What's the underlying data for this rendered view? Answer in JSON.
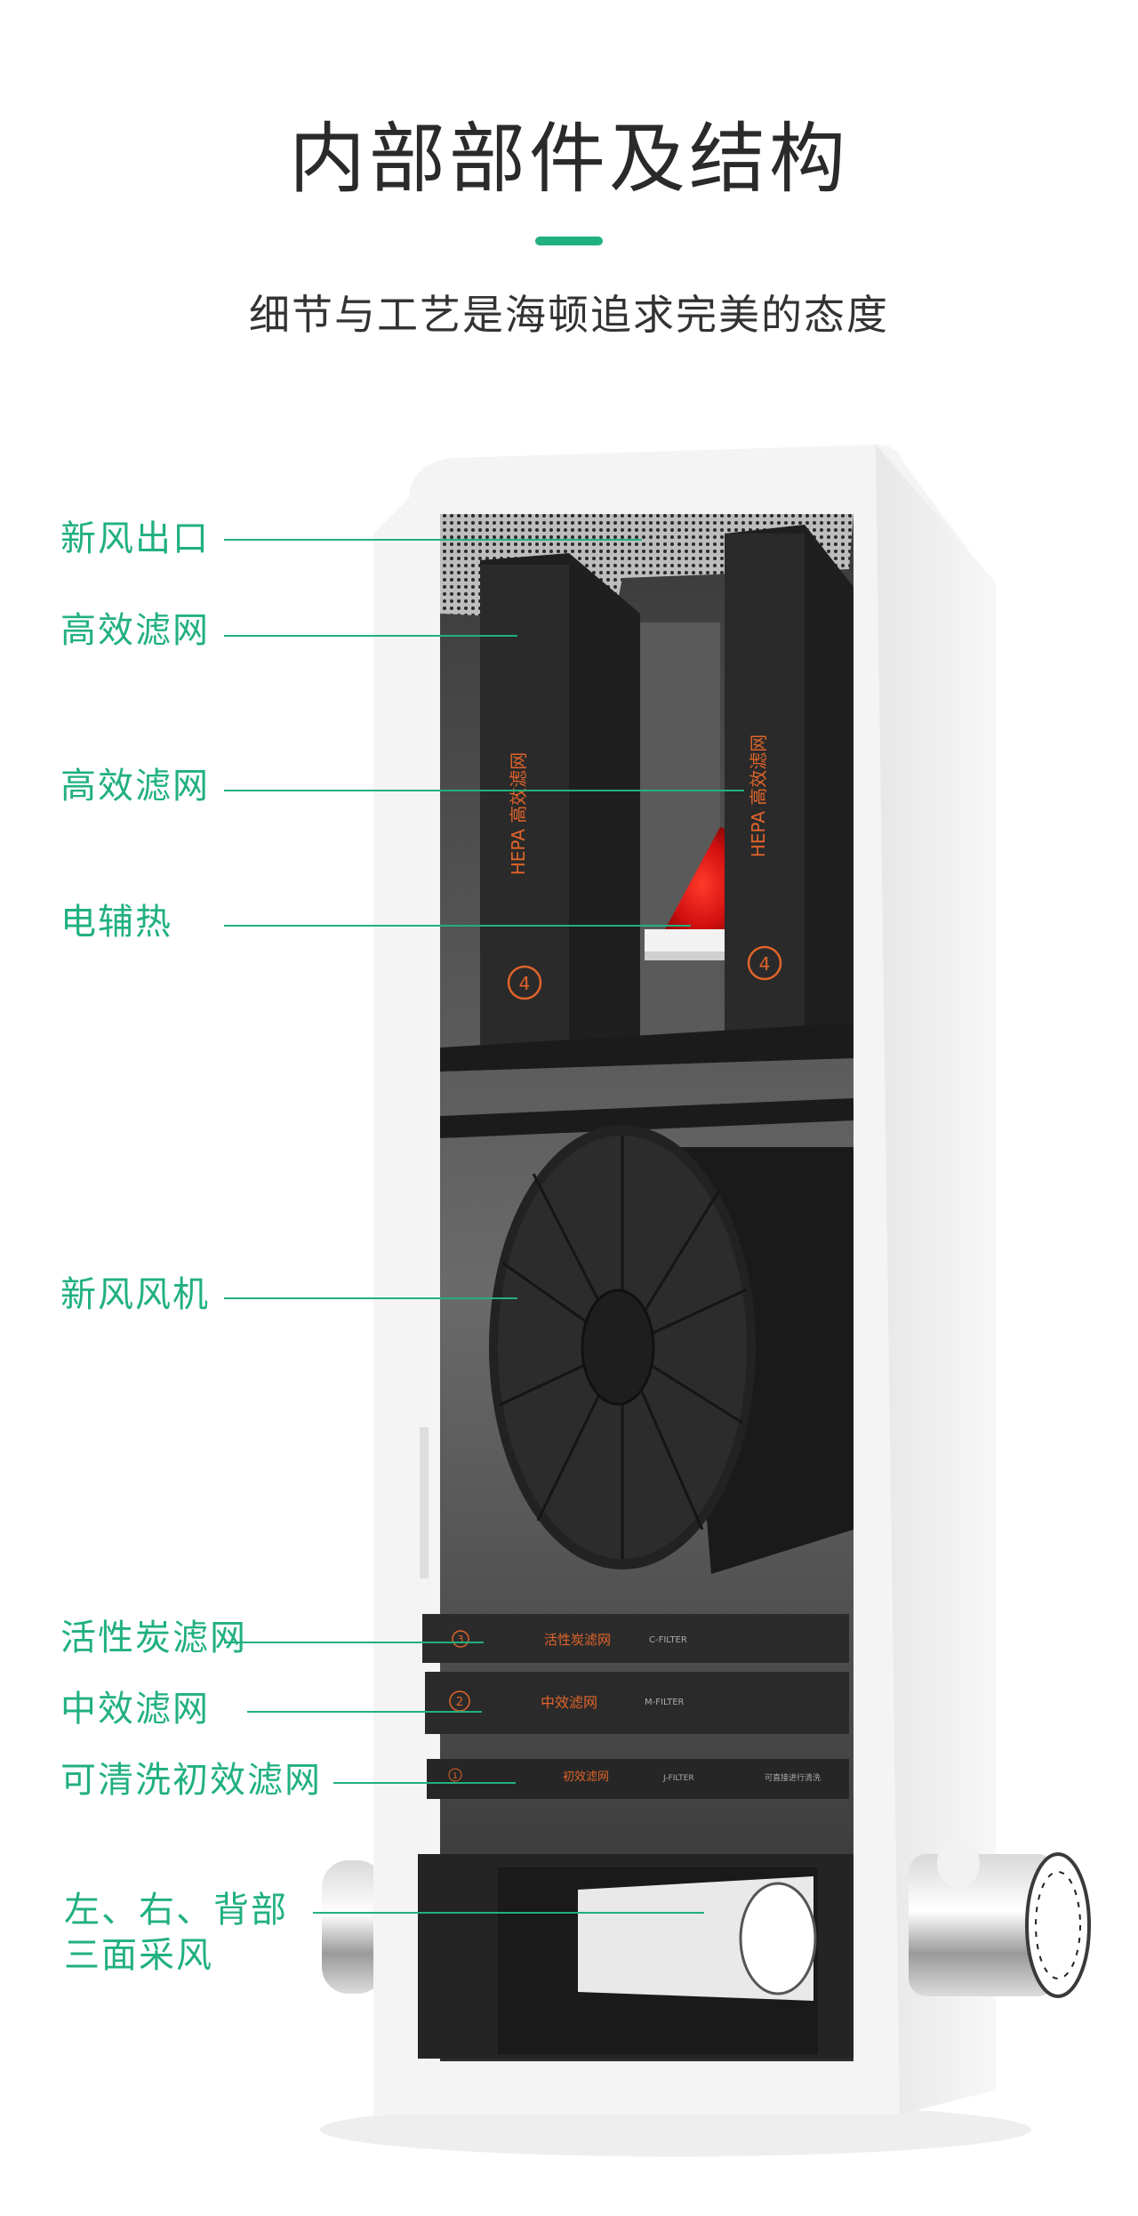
{
  "header": {
    "title": "内部部件及结构",
    "subtitle": "细节与工艺是海顿追求完美的态度"
  },
  "callouts": {
    "fresh_air_outlet": "新风出口",
    "hepa_1": "高效滤网",
    "hepa_2": "高效滤网",
    "electric_heating": "电辅热",
    "fresh_air_fan": "新风风机",
    "carbon_filter": "活性炭滤网",
    "medium_filter": "中效滤网",
    "washable_primary_filter": "可清洗初效滤网",
    "intake_line1": "左、右、背部",
    "intake_line2": "三面采风"
  },
  "filter_labels": {
    "hepa_vertical": "HEPA 高效滤网",
    "hepa_badge": "4",
    "carbon_num": "3",
    "carbon_cn": "活性炭滤网",
    "carbon_en": "C-FILTER",
    "medium_num": "2",
    "medium_cn": "中效滤网",
    "medium_en": "M-FILTER",
    "primary_num": "1",
    "primary_cn": "初效滤网",
    "primary_en": "J-FILTER",
    "primary_note": "可直接进行清洗"
  },
  "colors": {
    "accent": "#21b07f",
    "title": "#2a2a2a",
    "filter_text": "#e0642a"
  }
}
